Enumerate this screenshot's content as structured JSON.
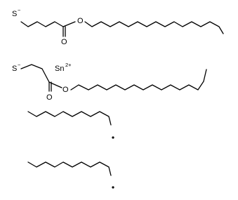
{
  "molecule": {
    "atoms": {
      "s1": "S",
      "s1_charge": "−",
      "o1_carbonyl": "O",
      "o1_ester": "O",
      "s2": "S",
      "s2_charge": "−",
      "sn": "Sn",
      "sn_charge": "2+",
      "o2_carbonyl": "O",
      "o2_ester": "O"
    }
  }
}
